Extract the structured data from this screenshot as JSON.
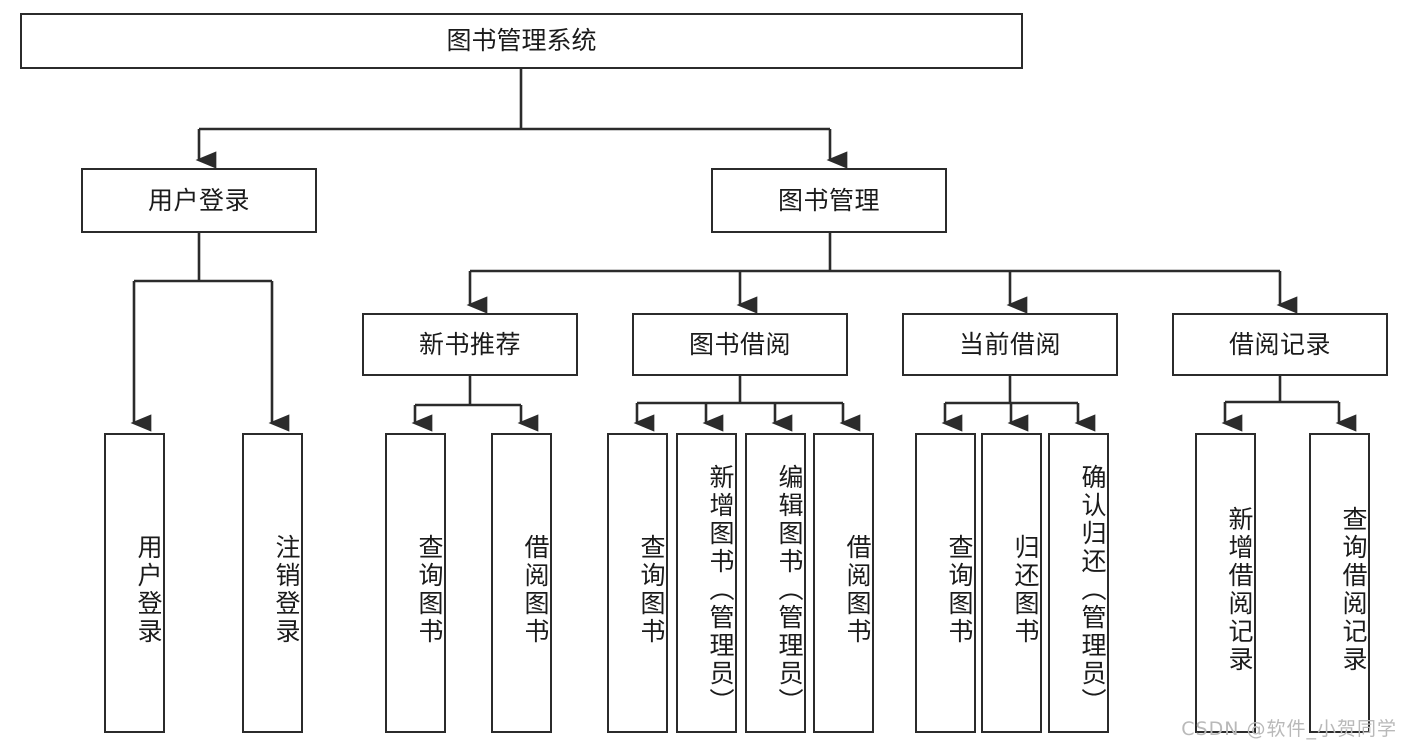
{
  "diagram": {
    "title": "图书管理系统",
    "type": "tree-hierarchy-diagram",
    "colors": {
      "box_border": "#2b2b2b",
      "box_fill": "#ffffff",
      "edge": "#2b2b2b",
      "text": "#1b1b1b",
      "background": "#ffffff",
      "watermark": "#b9b9b9"
    },
    "root": {
      "label": "图书管理系统"
    },
    "level2": [
      {
        "label": "用户登录"
      },
      {
        "label": "图书管理"
      }
    ],
    "level3": [
      {
        "label": "新书推荐"
      },
      {
        "label": "图书借阅"
      },
      {
        "label": "当前借阅"
      },
      {
        "label": "借阅记录"
      }
    ],
    "leaves": {
      "user_login": [
        {
          "label": "用户登录"
        },
        {
          "label": "注销登录"
        }
      ],
      "new_book_recommend": [
        {
          "label": "查询图书"
        },
        {
          "label": "借阅图书"
        }
      ],
      "book_borrow": [
        {
          "label": "查询图书"
        },
        {
          "label": "新增图书（管理员）"
        },
        {
          "label": "编辑图书（管理员）"
        },
        {
          "label": "借阅图书"
        }
      ],
      "current_borrow": [
        {
          "label": "查询图书"
        },
        {
          "label": "归还图书"
        },
        {
          "label": "确认归还（管理员）"
        }
      ],
      "borrow_record": [
        {
          "label": "新增借阅记录"
        },
        {
          "label": "查询借阅记录"
        }
      ]
    }
  },
  "watermark": {
    "text": "CSDN @软件_小贺同学"
  }
}
